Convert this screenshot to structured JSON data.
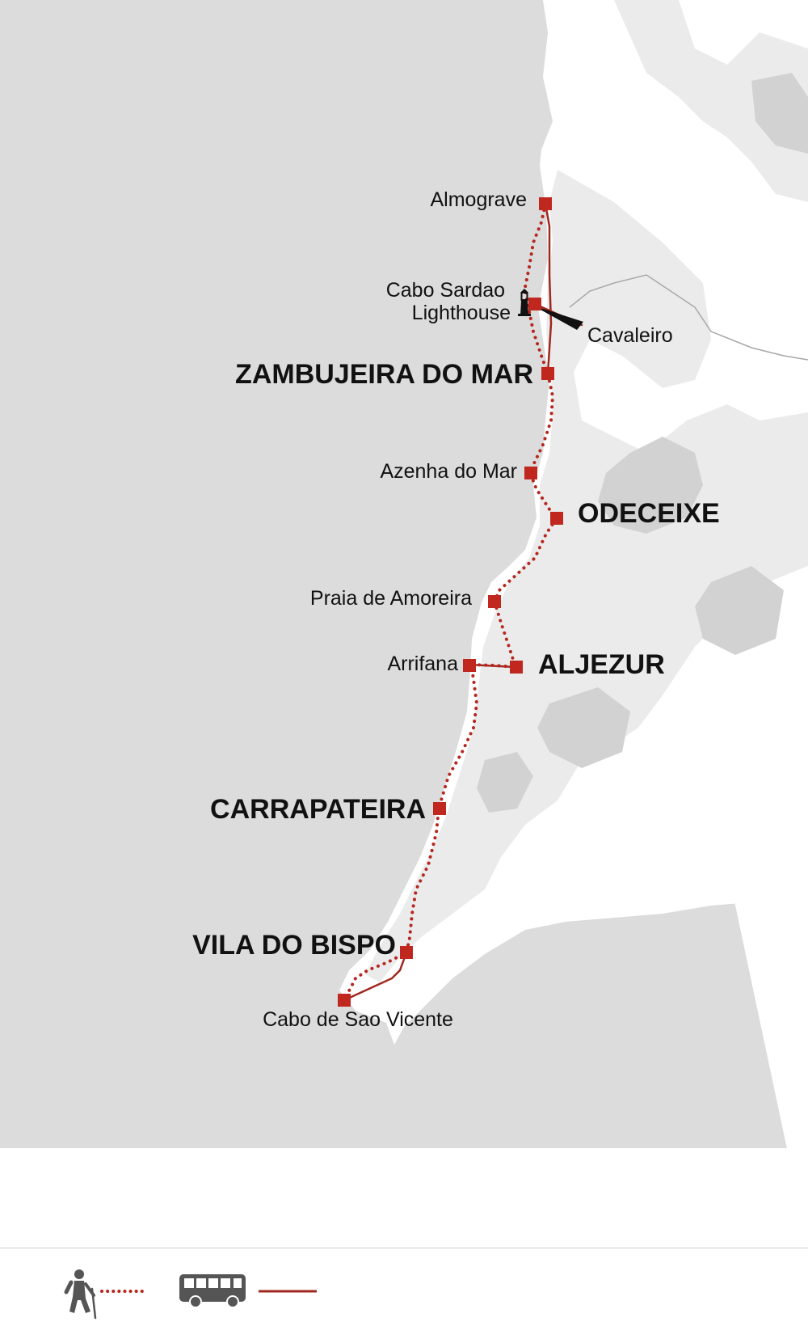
{
  "map": {
    "towns": [
      {
        "name": "Almograve",
        "kind": "minor"
      },
      {
        "name": "Cabo Sardao\nLighthouse",
        "kind": "minor"
      },
      {
        "name": "Cavaleiro",
        "kind": "minor"
      },
      {
        "name": "ZAMBUJEIRA DO MAR",
        "kind": "major"
      },
      {
        "name": "Azenha do Mar",
        "kind": "minor"
      },
      {
        "name": "ODECEIXE",
        "kind": "major"
      },
      {
        "name": "Praia de Amoreira",
        "kind": "minor"
      },
      {
        "name": "Arrifana",
        "kind": "minor"
      },
      {
        "name": "ALJEZUR",
        "kind": "major"
      },
      {
        "name": "CARRAPATEIRA",
        "kind": "major"
      },
      {
        "name": "VILA DO BISPO",
        "kind": "major"
      },
      {
        "name": "Cabo de Sao Vicente",
        "kind": "minor"
      }
    ],
    "colors": {
      "sea": "#dcdcdc",
      "land": "#ffffff",
      "terrain": "#ebebeb",
      "terrain_dark": "#d2d2d2",
      "route": "#b5261e",
      "marker": "#c0281f",
      "label": "#111111"
    }
  },
  "legend": {
    "items": [
      {
        "icon": "hiker-icon",
        "line_style": "dotted",
        "meaning": "walking route"
      },
      {
        "icon": "bus-icon",
        "line_style": "solid",
        "meaning": "transfer"
      }
    ]
  }
}
